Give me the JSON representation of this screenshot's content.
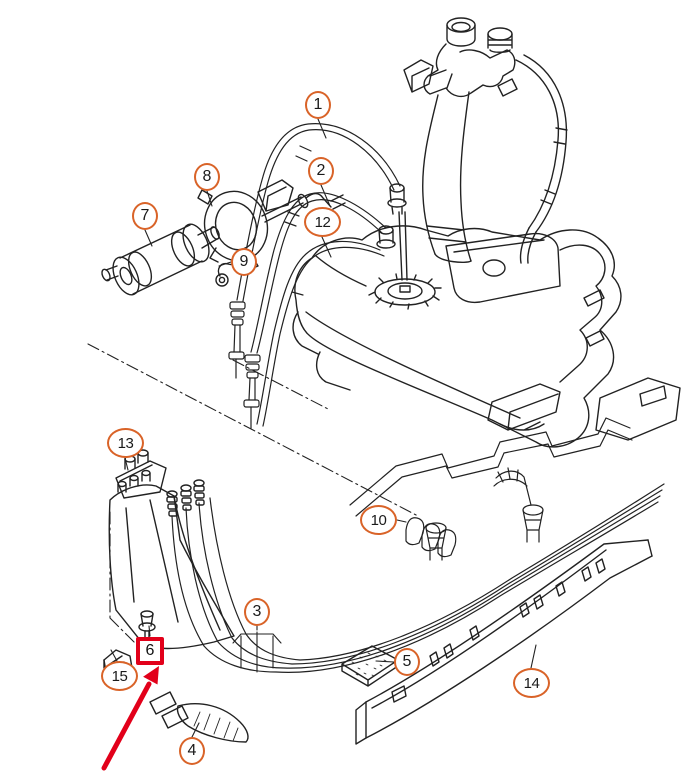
{
  "diagram": {
    "kind": "exploded-parts-diagram",
    "subject": "fuel tank, fuel filter and fuel lines line drawing",
    "colors": {
      "background": "#ffffff",
      "line": "#222222",
      "callout_ring": "#d96328",
      "callout_text": "#1a1a1a",
      "highlight": "#e2001a"
    },
    "callouts": [
      {
        "label": "1"
      },
      {
        "label": "2"
      },
      {
        "label": "3"
      },
      {
        "label": "4"
      },
      {
        "label": "5"
      },
      {
        "label": "6",
        "highlighted": true
      },
      {
        "label": "7"
      },
      {
        "label": "8"
      },
      {
        "label": "9"
      },
      {
        "label": "10"
      },
      {
        "label": "12"
      },
      {
        "label": "13"
      },
      {
        "label": "14"
      },
      {
        "label": "15"
      }
    ],
    "highlight": {
      "label": "6",
      "marker": "red-box",
      "pointer": "red-arrow"
    }
  }
}
